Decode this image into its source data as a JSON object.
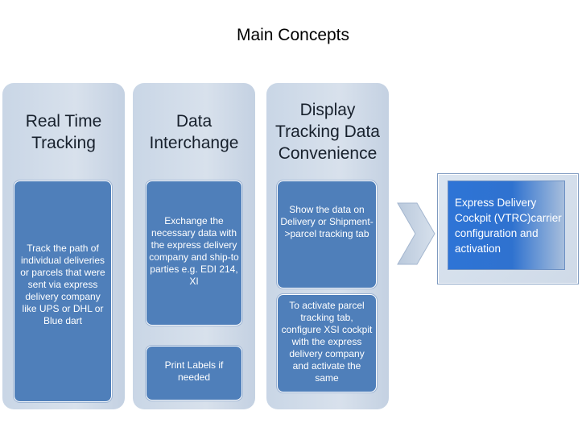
{
  "title": "Main Concepts",
  "columns": [
    {
      "heading": "Real Time\nTracking",
      "boxes": [
        "Track the path of individual deliveries or parcels that were sent via express delivery company like UPS or DHL or Blue dart"
      ]
    },
    {
      "heading": "Data\nInterchange",
      "boxes": [
        "Exchange the necessary data with the express delivery company and ship-to parties e.g. EDI 214, XI",
        "Print Labels if needed"
      ]
    },
    {
      "heading": "Display\nTracking Data\nConvenience",
      "boxes": [
        "Show the data on Delivery or Shipment->parcel tracking tab",
        "To activate parcel tracking tab, configure XSI cockpit with the express delivery company and activate the same"
      ]
    }
  ],
  "result": {
    "text": "Express Delivery\nCockpit (VTRC)carrier\nconfiguration and\nactivation"
  },
  "colors": {
    "box_fill": "#4f7fba",
    "column_fill": "#d0dbe8",
    "result_fill": "#2e74d6"
  },
  "icons": {
    "chevron": "chevron-right-icon"
  }
}
